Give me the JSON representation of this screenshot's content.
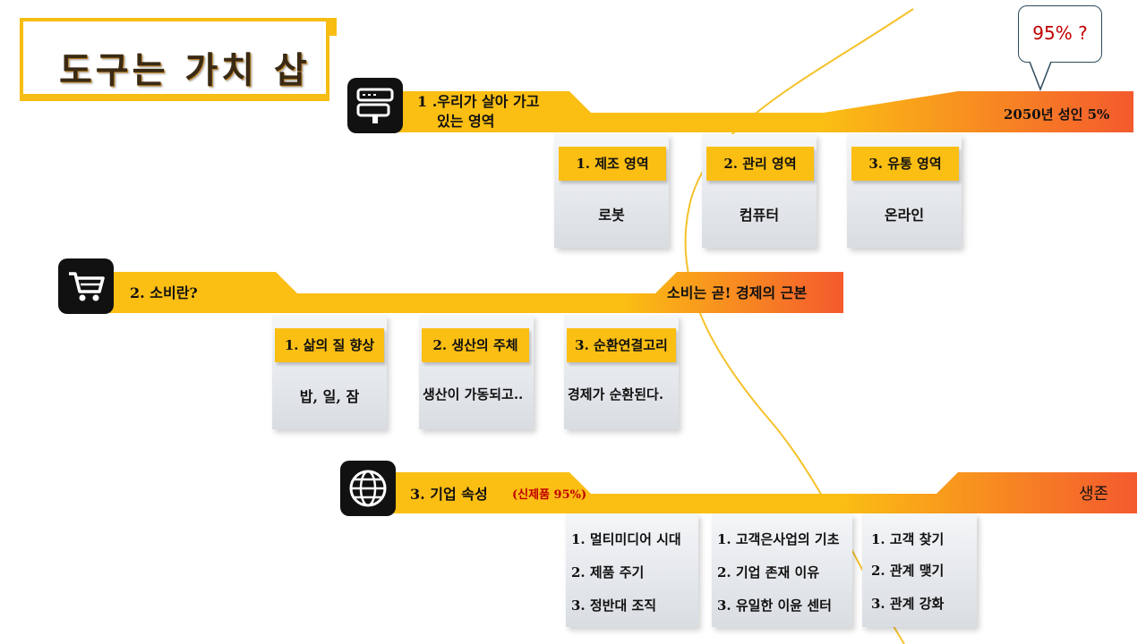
{
  "title": "도구는 가치 삽",
  "callout": "95% ?",
  "sections": [
    {
      "label_line1": "1 .우리가 살아 가고",
      "label_line2": "있는 영역",
      "right_label": "2050년 성인 5%",
      "icon": "signpost-icon",
      "cards": [
        {
          "head": "1. 제조 영역",
          "body": "로봇"
        },
        {
          "head": "2. 관리 영역",
          "body": "컴퓨터"
        },
        {
          "head": "3. 유통 영역",
          "body": "온라인"
        }
      ]
    },
    {
      "label": "2. 소비란?",
      "right_label": "소비는 곧! 경제의 근본",
      "icon": "shopping-cart-icon",
      "cards": [
        {
          "head": "1. 삶의 질 향상",
          "body": "밥, 일, 잠"
        },
        {
          "head": "2. 생산의 주체",
          "body": "생산이 가동되고.."
        },
        {
          "head": "3. 순환연결고리",
          "body": "경제가 순환된다."
        }
      ]
    },
    {
      "label": "3. 기업 속성",
      "label_note": "(신제품 95%)",
      "right_label": "생존",
      "icon": "globe-icon",
      "lists": [
        [
          "1. 멀티미디어 시대",
          "2. 제품 주기",
          "3. 정반대 조직"
        ],
        [
          "1. 고객은사업의 기초",
          "2. 기업 존재 이유",
          "3. 유일한 이윤 센터"
        ],
        [
          "1. 고객 찾기",
          "2. 관계 맺기",
          "3. 관계 강화"
        ]
      ]
    }
  ],
  "colors": {
    "band_yellow": "#fbbe13",
    "band_orange": "#f45a2e",
    "note_red": "#c00000",
    "callout_border": "#2e4a5c"
  }
}
